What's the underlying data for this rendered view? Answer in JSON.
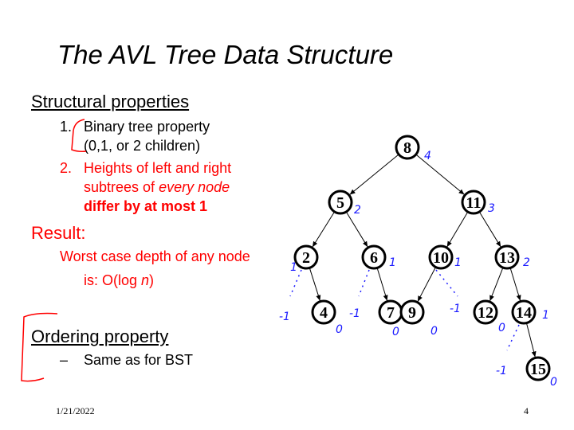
{
  "title": "The AVL Tree Data Structure",
  "structural": {
    "heading": "Structural properties",
    "item1_num": "1.",
    "item1_line1": "Binary tree property",
    "item1_line2": "(0,1, or 2 children)",
    "item2_num": "2.",
    "item2_line1": "Heights of left and right",
    "item2_line2_a": "subtrees of ",
    "item2_line2_b": "every node",
    "item2_line3": "differ by at most 1"
  },
  "result": {
    "heading": "Result:",
    "line1": "Worst case depth of any node",
    "line2_a": "is: O(log ",
    "line2_b": "n",
    "line2_c": ")"
  },
  "ordering": {
    "heading": "Ordering property",
    "dash": "–",
    "item": "Same as for BST"
  },
  "footer": {
    "date": "1/21/2022",
    "page": "4"
  },
  "tree": {
    "nodes": [
      {
        "key": "8",
        "height": "4"
      },
      {
        "key": "5",
        "height": "2"
      },
      {
        "key": "11",
        "height": "3"
      },
      {
        "key": "2",
        "height": "1"
      },
      {
        "key": "6",
        "height": "1"
      },
      {
        "key": "10",
        "height": "1"
      },
      {
        "key": "13",
        "height": "2"
      },
      {
        "key": "4",
        "height": "0"
      },
      {
        "key": "7",
        "height": "0"
      },
      {
        "key": "9",
        "height": "0"
      },
      {
        "key": "12",
        "height": "0"
      },
      {
        "key": "14",
        "height": "1"
      },
      {
        "key": "15",
        "height": "0"
      }
    ],
    "null_height": "-1",
    "colors": {
      "annotation": "#1a1aff",
      "red": "#ff0000"
    }
  }
}
